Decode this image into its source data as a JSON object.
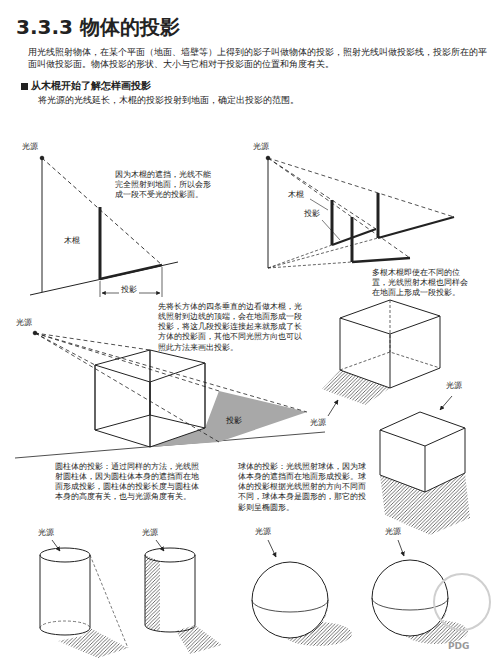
{
  "diagram": {
    "title": "3.3.3 物体的投影",
    "labels": [
      "用光线照射物体，在某个平面（地面、墙壁等）上得到的影子叫做物体的投影，照射光线叫做投影线，投影所在的平面叫做投影面。物体投影的形状、大小与它相对于投影面的位置和角度有关。",
      "从木棍开始了解怎样画投影",
      "将光源的光线延长，木棍的投影投射到地面，确定出投影的范围。",
      "光源",
      "因为木棍的遮挡，光线不能完全照射到地面，所以会形成一段不受光的投影面。",
      "木棍",
      "投影",
      "光源",
      "木棍",
      "投影",
      "多根木棍即使在不同的位置，光线照射木棍也同样会在地面上形成一段投影。",
      "光源",
      "先将长方体的四条垂直的边看做木棍，光线照射到边线的顶端，会在地面形成一段投影，将这几段投影连接起来就形成了长方体的投影面，其他不同光照方向也可以照此方法来画出投影。",
      "投影",
      "光源",
      "光源",
      "圆柱体的投影：通过同样的方法，光线照射圆柱体，因为圆柱体本身的遮挡而在地面形成投影，圆柱体的投影长度与圆柱体本身的高度有关，也与光源角度有关。",
      "球体的投影：光线照射球体，因为球体本身的遮挡而在地面形成投影。球体的投影根据光线照射的方向不同而不同，球体本身是圆形的，那它的投影则呈椭圆形。",
      "光源",
      "光源",
      "光源",
      "光源",
      "PDG"
    ]
  }
}
